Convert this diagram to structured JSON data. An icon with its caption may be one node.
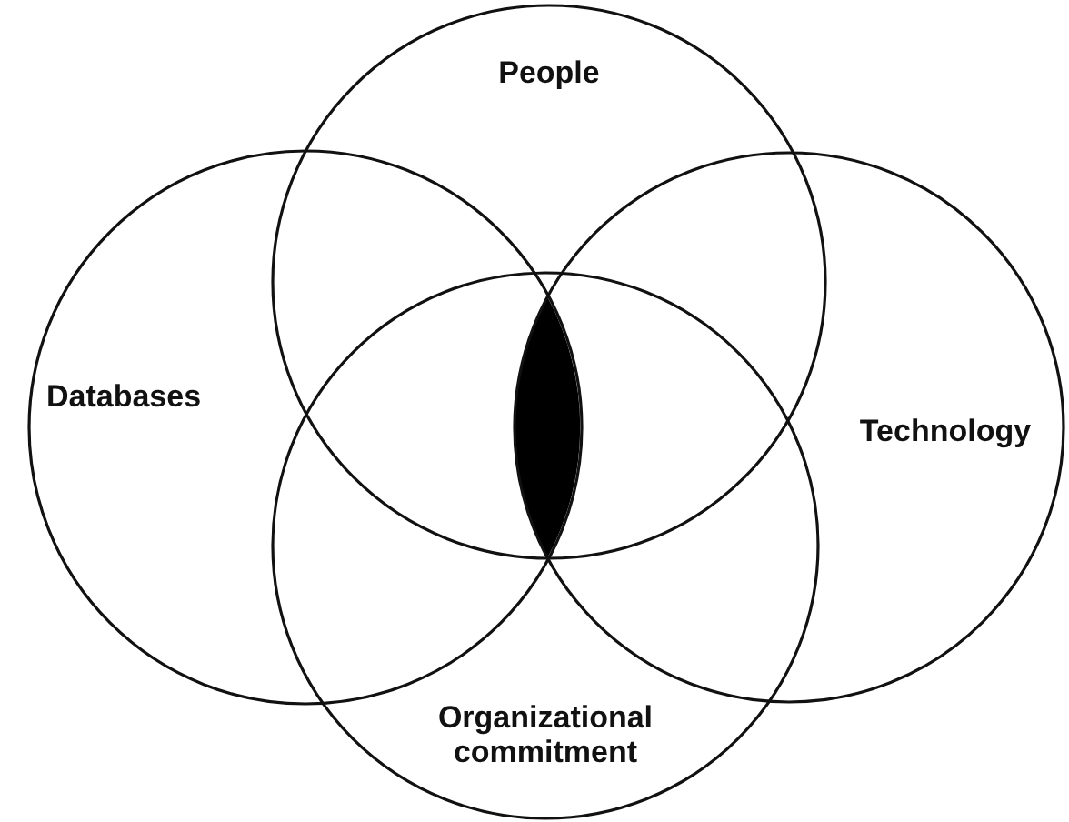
{
  "diagram": {
    "nodes": [
      {
        "text": [
          "People"
        ]
      },
      {
        "text": [
          "Databases"
        ]
      },
      {
        "text": [
          "Technology"
        ]
      },
      {
        "text": [
          "Organizational commitment"
        ]
      },
      {
        "text": [],
        "shape": "lens"
      }
    ]
  }
}
